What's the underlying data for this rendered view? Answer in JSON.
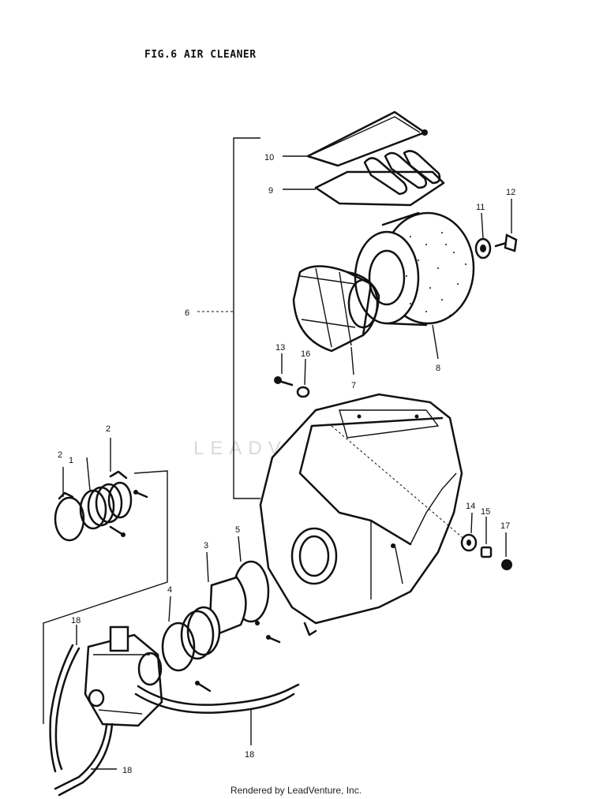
{
  "figure": {
    "title": "FIG.6 AIR CLEANER"
  },
  "watermark": "LEADVENTURE",
  "footer": "Rendered by LeadVenture, Inc.",
  "callouts": {
    "c1": "1",
    "c2a": "2",
    "c2b": "2",
    "c3": "3",
    "c4": "4",
    "c5": "5",
    "c6": "6",
    "c7": "7",
    "c8": "8",
    "c9": "9",
    "c10": "10",
    "c11": "11",
    "c12": "12",
    "c13": "13",
    "c14": "14",
    "c15": "15",
    "c16": "16",
    "c17": "17",
    "c18a": "18",
    "c18b": "18",
    "c18c": "18"
  }
}
